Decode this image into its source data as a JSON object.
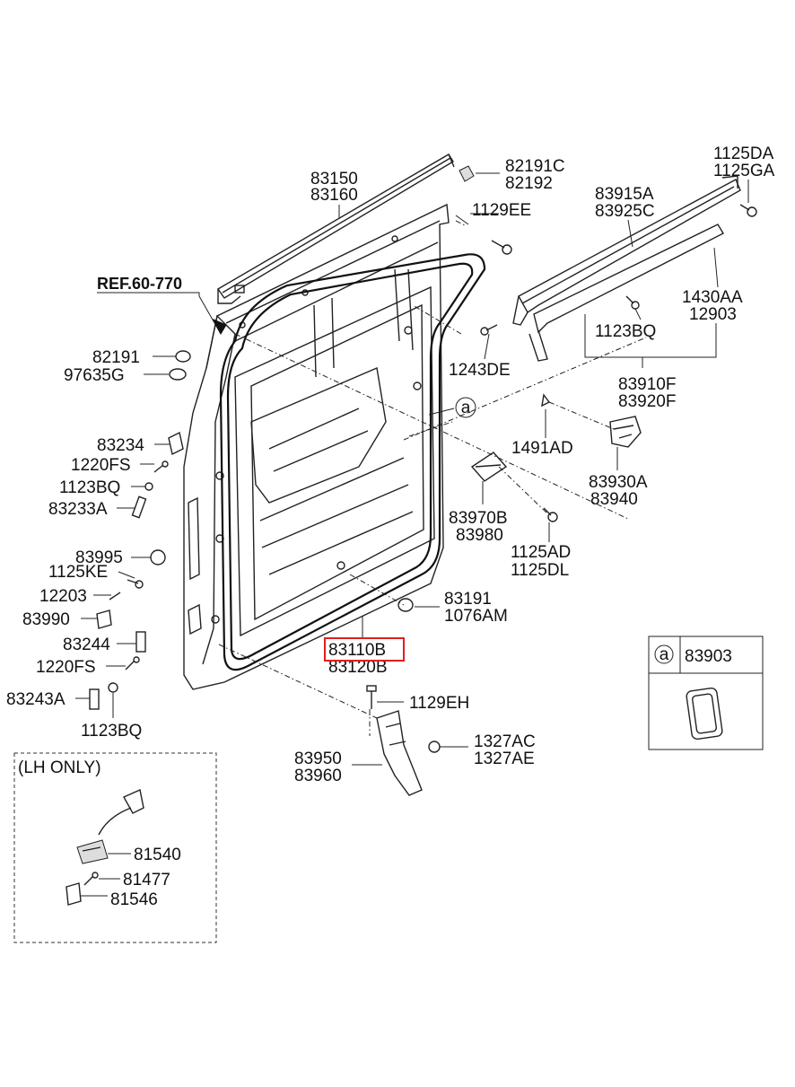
{
  "ref_label": "REF.60-770",
  "callout_letter": "a",
  "labels": {
    "p83150": "83150",
    "p83160": "83160",
    "p82191C": "82191C",
    "p82192": "82192",
    "p1125DA": "1125DA",
    "p1125GA": "1125GA",
    "p1129EE": "1129EE",
    "p83915A": "83915A",
    "p83925C": "83925C",
    "p1430AA": "1430AA",
    "p12903": "12903",
    "p1123BQ_top": "1123BQ",
    "p83910F": "83910F",
    "p83920F": "83920F",
    "p1243DE": "1243DE",
    "p82191": "82191",
    "p97635G": "97635G",
    "p1491AD": "1491AD",
    "p83930A": "83930A",
    "p83940": "83940",
    "p83234": "83234",
    "p1220FS_top": "1220FS",
    "p1123BQ_mid": "1123BQ",
    "p83233A": "83233A",
    "p83970B": "83970B",
    "p83980": "83980",
    "p1125AD": "1125AD",
    "p1125DL": "1125DL",
    "p83995": "83995",
    "p1125KE": "1125KE",
    "p12203": "12203",
    "p83990": "83990",
    "p83191": "83191",
    "p1076AM": "1076AM",
    "p83244": "83244",
    "p83110B": "83110B",
    "p83120B": "83120B",
    "p1220FS_bot": "1220FS",
    "p83243A": "83243A",
    "p1129EH": "1129EH",
    "p1123BQ_bot": "1123BQ",
    "p1327AC": "1327AC",
    "p1327AE": "1327AE",
    "p83950": "83950",
    "p83960": "83960",
    "p83903": "83903",
    "p81540": "81540",
    "p81477": "81477",
    "p81546": "81546"
  },
  "lh_only_label": "(LH ONLY)",
  "highlight_color": "#e02020",
  "highlighted_part": "83110B"
}
